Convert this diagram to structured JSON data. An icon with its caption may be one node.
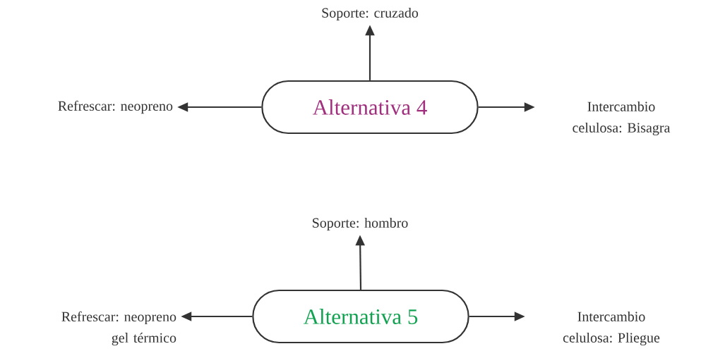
{
  "diagram": {
    "nodes": [
      {
        "text": [
          "Alternativa 4"
        ]
      },
      {
        "text": [
          "Soporte: cruzado"
        ]
      },
      {
        "text": [
          "Refrescar: neopreno"
        ]
      },
      {
        "text": [
          "Intercambio celulosa: Bisagra"
        ]
      },
      {
        "text": [
          "Alternativa 5"
        ]
      },
      {
        "text": [
          "Soporte: hombro"
        ]
      },
      {
        "text": [
          "Refrescar: neopreno gel térmico"
        ]
      },
      {
        "text": [
          "Intercambio celulosa: Pliegue"
        ]
      }
    ],
    "edges": [
      {
        "from": 0,
        "to": 1,
        "arrow": "to"
      },
      {
        "from": 0,
        "to": 2,
        "arrow": "to"
      },
      {
        "from": 0,
        "to": 3,
        "arrow": "to"
      },
      {
        "from": 4,
        "to": 5,
        "arrow": "to"
      },
      {
        "from": 4,
        "to": 6,
        "arrow": "to"
      },
      {
        "from": 4,
        "to": 7,
        "arrow": "to"
      }
    ]
  }
}
